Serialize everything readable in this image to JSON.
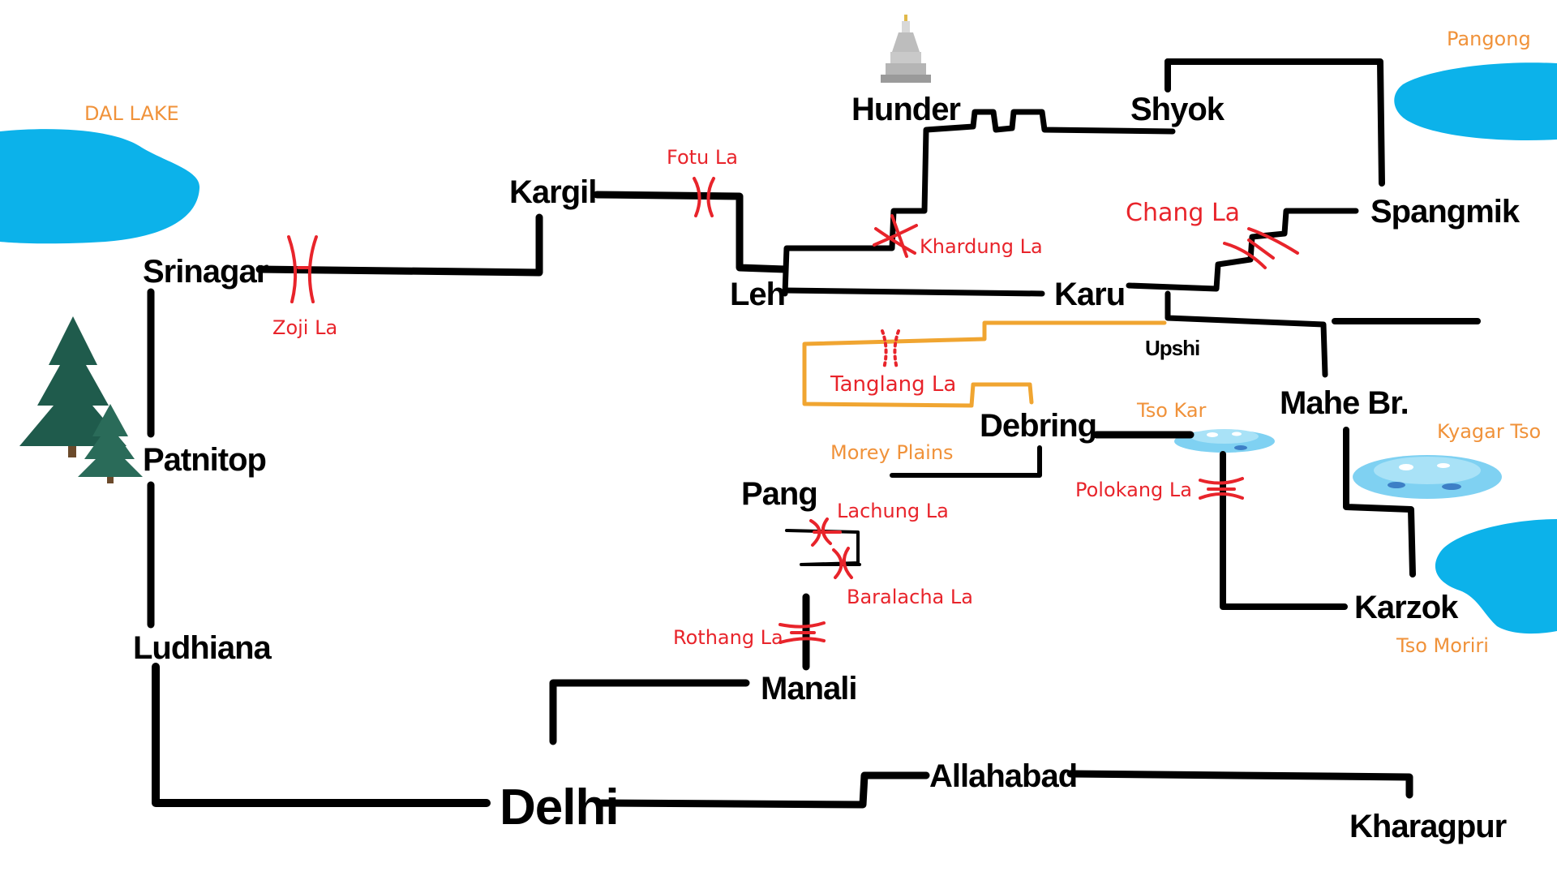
{
  "towns": {
    "srinagar": "Srinagar",
    "patnitop": "Patnitop",
    "ludhiana": "Ludhiana",
    "delhi": "Delhi",
    "allahabad": "Allahabad",
    "kharagpur": "Kharagpur",
    "kargil": "Kargil",
    "leh": "Leh",
    "hunder": "Hunder",
    "shyok": "Shyok",
    "spangmik": "Spangmik",
    "karu": "Karu",
    "upshi": "Upshi",
    "mahe": "Mahe Br.",
    "debring": "Debring",
    "pang": "Pang",
    "manali": "Manali",
    "karzok": "Karzok"
  },
  "passes": {
    "zoji": "Zoji La",
    "fotu": "Fotu La",
    "khardung": "Khardung La",
    "chang": "Chang La",
    "tanglang": "Tanglang La",
    "lachung": "Lachung La",
    "baralacha": "Baralacha La",
    "rothang": "Rothang La",
    "polokang": "Polokang La"
  },
  "water": {
    "dal": "DAL LAKE",
    "pangong": "Pangong",
    "tsokar": "Tso Kar",
    "kyagar": "Kyagar Tso",
    "tsomoriri": "Tso Moriri",
    "morey": "Morey Plains"
  },
  "colors": {
    "road": "#000000",
    "alternate_route": "#f0a531",
    "pass": "#e8242b",
    "water_label": "#f0923a",
    "lake": "#0cb2ea"
  },
  "icons": [
    "pine-tree-icon",
    "monastery-icon",
    "lake-icon",
    "mountain-pass-icon"
  ]
}
